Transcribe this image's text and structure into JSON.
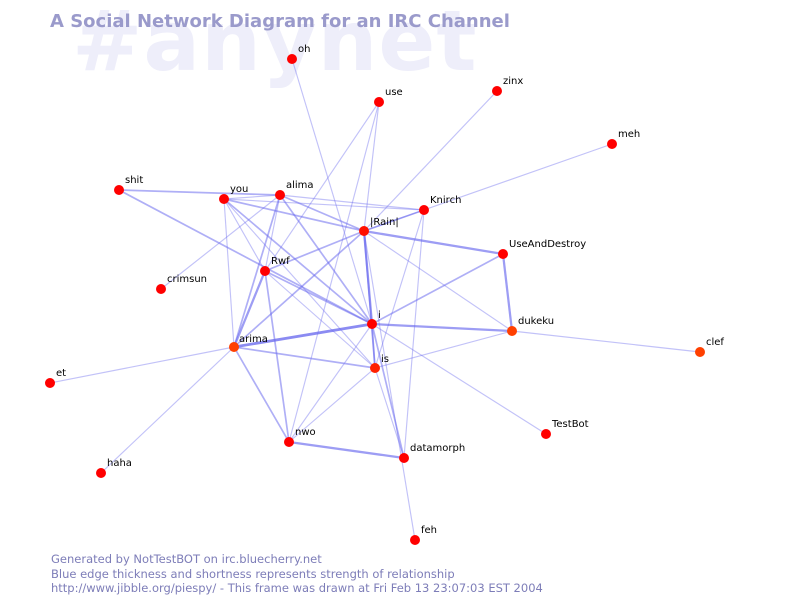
{
  "watermark": "#anynet",
  "title": "A Social Network Diagram for an IRC Channel",
  "footer": {
    "line1": "Generated by NotTestBOT on irc.bluecherry.net",
    "line2": "Blue edge thickness and shortness represents strength of relationship",
    "line3": "http://www.jibble.org/piespy/ - This frame was drawn at Fri Feb 13 23:07:03 EST 2004"
  },
  "colors": {
    "node": "#ff0000",
    "node_warm": "#ff4000",
    "edge": "#6666ee",
    "title": "#9a9acb",
    "footer": "#7d7db8",
    "watermark": "#eeeefa"
  },
  "nodes": [
    {
      "id": "oh",
      "label": "oh",
      "color": "#ff0000"
    },
    {
      "id": "use",
      "label": "use",
      "color": "#ff0000"
    },
    {
      "id": "zinx",
      "label": "zinx",
      "color": "#ff0000"
    },
    {
      "id": "meh",
      "label": "meh",
      "color": "#ff0000"
    },
    {
      "id": "shit",
      "label": "shit",
      "color": "#ff0000"
    },
    {
      "id": "you",
      "label": "you",
      "color": "#ff0000"
    },
    {
      "id": "alima",
      "label": "alima",
      "color": "#ff0000"
    },
    {
      "id": "Knirch",
      "label": "Knirch",
      "color": "#ff0000"
    },
    {
      "id": "Rain",
      "label": "|Rain|",
      "color": "#ff1000"
    },
    {
      "id": "UseAndDestroy",
      "label": "UseAndDestroy",
      "color": "#ff0000"
    },
    {
      "id": "Rwf",
      "label": "Rwf",
      "color": "#ff0000"
    },
    {
      "id": "crimsun",
      "label": "crimsun",
      "color": "#ff0000"
    },
    {
      "id": "i",
      "label": "i",
      "color": "#ff0000"
    },
    {
      "id": "dukeku",
      "label": "dukeku",
      "color": "#ff4000"
    },
    {
      "id": "clef",
      "label": "clef",
      "color": "#ff4000"
    },
    {
      "id": "arima",
      "label": "arima",
      "color": "#ff4000"
    },
    {
      "id": "is",
      "label": "is",
      "color": "#ff2000"
    },
    {
      "id": "et",
      "label": "et",
      "color": "#ff0000"
    },
    {
      "id": "TestBot",
      "label": "TestBot",
      "color": "#ff0000"
    },
    {
      "id": "nwo",
      "label": "nwo",
      "color": "#ff0000"
    },
    {
      "id": "datamorph",
      "label": "datamorph",
      "color": "#ff0000"
    },
    {
      "id": "haha",
      "label": "haha",
      "color": "#ff0000"
    },
    {
      "id": "feh",
      "label": "feh",
      "color": "#ff0000"
    }
  ],
  "edges": [
    {
      "from": "oh",
      "to": "i",
      "weight": 1
    },
    {
      "from": "use",
      "to": "Rain",
      "weight": 1
    },
    {
      "from": "use",
      "to": "Rwf",
      "weight": 1
    },
    {
      "from": "use",
      "to": "nwo",
      "weight": 1
    },
    {
      "from": "zinx",
      "to": "Rain",
      "weight": 1
    },
    {
      "from": "meh",
      "to": "Rain",
      "weight": 1
    },
    {
      "from": "shit",
      "to": "alima",
      "weight": 2
    },
    {
      "from": "shit",
      "to": "i",
      "weight": 2
    },
    {
      "from": "you",
      "to": "alima",
      "weight": 1
    },
    {
      "from": "you",
      "to": "Knirch",
      "weight": 1
    },
    {
      "from": "you",
      "to": "Rain",
      "weight": 2
    },
    {
      "from": "you",
      "to": "Rwf",
      "weight": 1
    },
    {
      "from": "you",
      "to": "arima",
      "weight": 1
    },
    {
      "from": "you",
      "to": "i",
      "weight": 2
    },
    {
      "from": "you",
      "to": "is",
      "weight": 1
    },
    {
      "from": "alima",
      "to": "Knirch",
      "weight": 1
    },
    {
      "from": "alima",
      "to": "Rain",
      "weight": 2
    },
    {
      "from": "alima",
      "to": "Rwf",
      "weight": 1
    },
    {
      "from": "alima",
      "to": "arima",
      "weight": 2
    },
    {
      "from": "alima",
      "to": "i",
      "weight": 2
    },
    {
      "from": "Knirch",
      "to": "Rain",
      "weight": 2
    },
    {
      "from": "Knirch",
      "to": "is",
      "weight": 1
    },
    {
      "from": "Knirch",
      "to": "datamorph",
      "weight": 1
    },
    {
      "from": "Rain",
      "to": "UseAndDestroy",
      "weight": 3
    },
    {
      "from": "Rain",
      "to": "Rwf",
      "weight": 2
    },
    {
      "from": "Rain",
      "to": "arima",
      "weight": 2
    },
    {
      "from": "Rain",
      "to": "i",
      "weight": 3
    },
    {
      "from": "Rain",
      "to": "dukeku",
      "weight": 1
    },
    {
      "from": "Rain",
      "to": "is",
      "weight": 2
    },
    {
      "from": "Rain",
      "to": "feh",
      "weight": 1
    },
    {
      "from": "UseAndDestroy",
      "to": "i",
      "weight": 2
    },
    {
      "from": "UseAndDestroy",
      "to": "dukeku",
      "weight": 3
    },
    {
      "from": "Rwf",
      "to": "arima",
      "weight": 3
    },
    {
      "from": "Rwf",
      "to": "i",
      "weight": 2
    },
    {
      "from": "Rwf",
      "to": "is",
      "weight": 1
    },
    {
      "from": "Rwf",
      "to": "nwo",
      "weight": 2
    },
    {
      "from": "crimsun",
      "to": "alima",
      "weight": 1
    },
    {
      "from": "i",
      "to": "arima",
      "weight": 4
    },
    {
      "from": "i",
      "to": "dukeku",
      "weight": 3
    },
    {
      "from": "i",
      "to": "is",
      "weight": 2
    },
    {
      "from": "i",
      "to": "nwo",
      "weight": 1
    },
    {
      "from": "i",
      "to": "datamorph",
      "weight": 2
    },
    {
      "from": "i",
      "to": "TestBot",
      "weight": 1
    },
    {
      "from": "dukeku",
      "to": "clef",
      "weight": 1
    },
    {
      "from": "dukeku",
      "to": "is",
      "weight": 1
    },
    {
      "from": "arima",
      "to": "et",
      "weight": 1
    },
    {
      "from": "arima",
      "to": "haha",
      "weight": 1
    },
    {
      "from": "arima",
      "to": "is",
      "weight": 2
    },
    {
      "from": "arima",
      "to": "nwo",
      "weight": 2
    },
    {
      "from": "is",
      "to": "nwo",
      "weight": 1
    },
    {
      "from": "nwo",
      "to": "datamorph",
      "weight": 3
    },
    {
      "from": "is",
      "to": "datamorph",
      "weight": 1
    }
  ]
}
